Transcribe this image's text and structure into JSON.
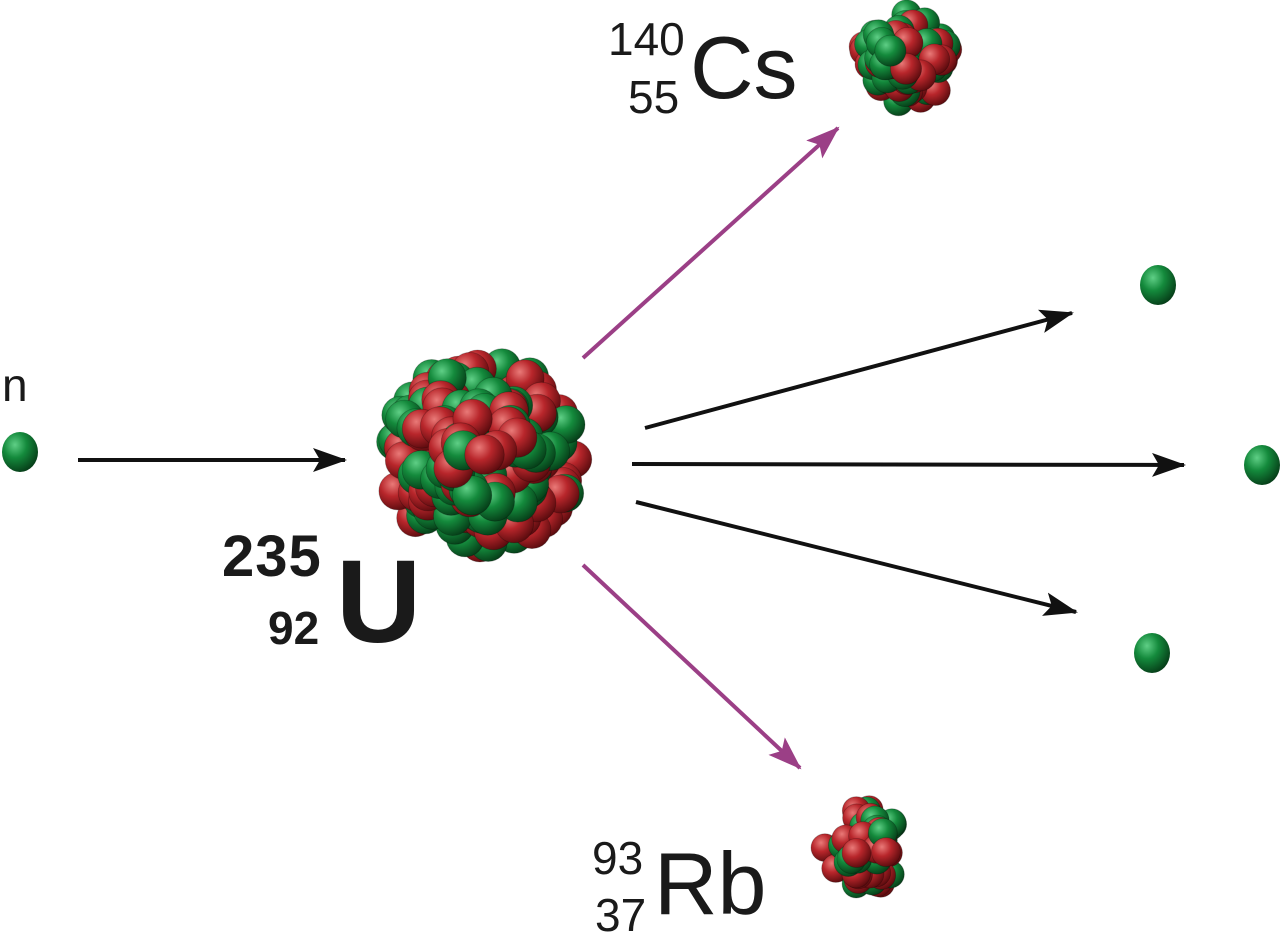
{
  "neutron_label": "n",
  "uranium": {
    "mass_number": "235",
    "atomic_number": "92",
    "symbol": "U"
  },
  "cesium": {
    "mass_number": "140",
    "atomic_number": "55",
    "symbol": "Cs"
  },
  "rubidium": {
    "mass_number": "93",
    "atomic_number": "37",
    "symbol": "Rb"
  },
  "colors": {
    "proton": "#b8262b",
    "neutron": "#148a3c",
    "neutron_arrow": "#111111",
    "fragment_arrow": "#9b3f86",
    "text": "#1a1a1a"
  }
}
